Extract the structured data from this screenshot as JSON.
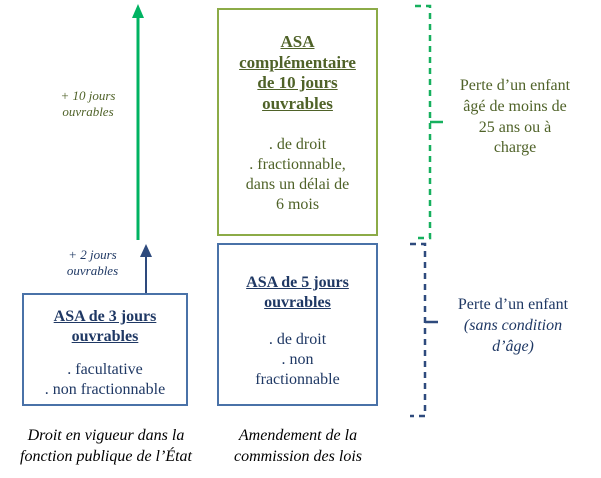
{
  "diagram": {
    "title_semantic": "ASA days comparison diagram",
    "colors": {
      "green_box_border": "#8CAB47",
      "green_text": "#4F6228",
      "green_arrow": "#00B362",
      "green_brace": "#16B05E",
      "blue_box_border": "#4A72A8",
      "blue_text": "#1F3864",
      "blue_arrow": "#2E4A7D",
      "blue_brace": "#2E4A7D",
      "caption_text": "#000000",
      "background": "#FFFFFF"
    }
  },
  "boxes": {
    "asa_complementaire": {
      "title_lines": [
        "ASA",
        "complémentaire",
        "de 10 jours",
        "ouvrables"
      ],
      "body_lines": [
        ". de droit",
        ". fractionnable,",
        "dans un délai de",
        "6 mois"
      ]
    },
    "asa_5_jours": {
      "title_lines": [
        "ASA de 5 jours",
        "ouvrables"
      ],
      "body_lines": [
        ". de droit",
        ". non",
        "fractionnable"
      ]
    },
    "asa_3_jours": {
      "title_lines": [
        "ASA de 3 jours",
        "ouvrables"
      ],
      "body_lines": [
        ". facultative",
        ". non fractionnable"
      ]
    }
  },
  "arrows": {
    "plus_10": {
      "label_lines": [
        "+ 10 jours",
        "ouvrables"
      ]
    },
    "plus_2": {
      "label_lines": [
        "+ 2 jours",
        "ouvrables"
      ]
    }
  },
  "braces": {
    "upper": {
      "label_lines": [
        "Perte d’un enfant",
        "âgé de moins de",
        "25 ans ou à",
        "charge"
      ]
    },
    "lower": {
      "label_line_1": "Perte d’un enfant",
      "label_line_2": "(sans condition",
      "label_line_3": "d’âge)"
    }
  },
  "captions": {
    "left": [
      "Droit en vigueur dans la",
      "fonction publique de l’État"
    ],
    "middle": [
      "Amendement de la",
      "commission des lois"
    ]
  }
}
